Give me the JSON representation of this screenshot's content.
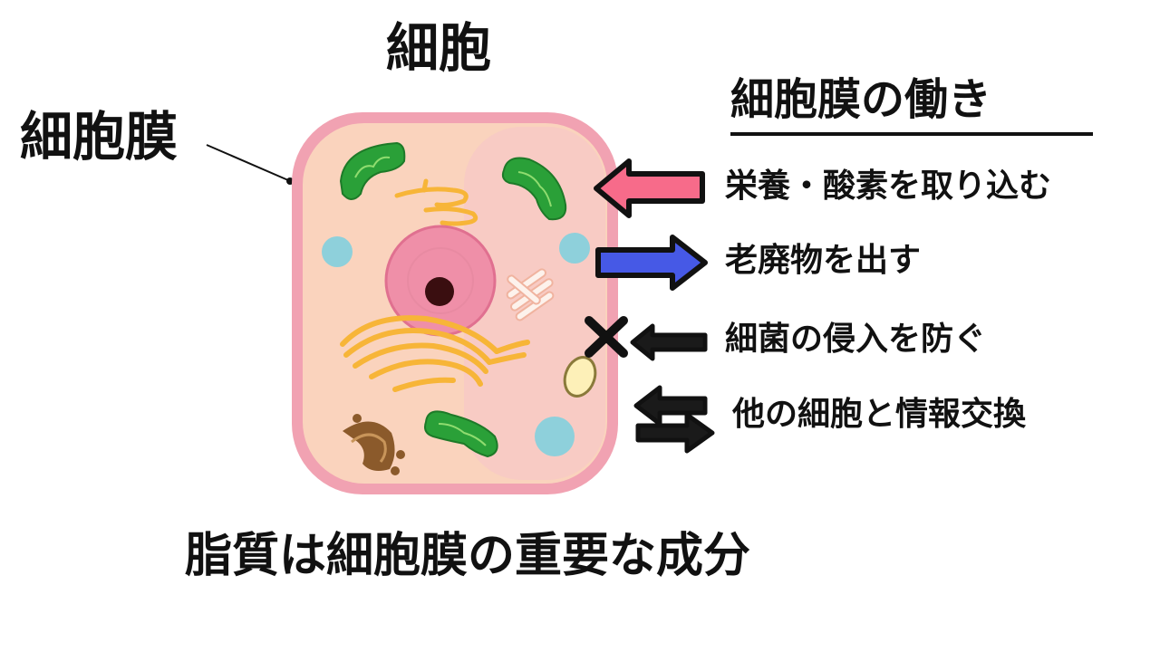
{
  "title": "細胞",
  "membrane_label": "細胞膜",
  "functions_heading": "細胞膜の働き",
  "functions": [
    "栄養・酸素を取り込む",
    "老廃物を出す",
    "細菌の侵入を防ぐ",
    "他の細胞と情報交換"
  ],
  "bottom_caption": "脂質は細胞膜の重要な成分",
  "colors": {
    "membrane": "#f1a2b2",
    "cytoplasm": "#fad3bd",
    "nucleus": "#ef8fa8",
    "nucleolus": "#3a0e10",
    "mitochondria": "#2aa038",
    "vacuole": "#8ed0db",
    "golgi": "#f7b538",
    "intake_arrow": "#f76b8a",
    "output_arrow": "#4659e6",
    "dark_arrow": "#1a1a1a"
  }
}
